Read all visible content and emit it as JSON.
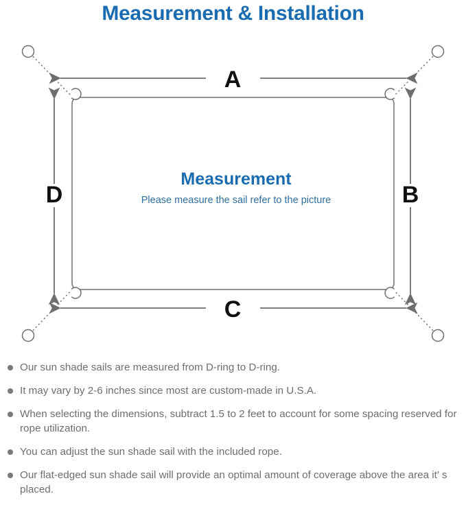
{
  "page": {
    "title": "Measurement & Installation",
    "title_color": "#1a6cb0"
  },
  "diagram": {
    "center_title": "Measurement",
    "center_subtitle": "Please measure the sail refer to the picture",
    "dimension_labels": {
      "top": "A",
      "right": "B",
      "bottom": "C",
      "left": "D"
    },
    "anchor_points": [
      {
        "name": "anchor-top-left"
      },
      {
        "name": "anchor-top-right"
      },
      {
        "name": "anchor-bottom-left"
      },
      {
        "name": "anchor-bottom-right"
      }
    ],
    "d_rings": [
      {
        "name": "d-ring-top-left"
      },
      {
        "name": "d-ring-top-right"
      },
      {
        "name": "d-ring-bottom-left"
      },
      {
        "name": "d-ring-bottom-right"
      }
    ],
    "line_color": "#6e6e6e",
    "sail_border_color": "#6e6e6e"
  },
  "notes": [
    "Our sun shade sails are measured from D-ring to D-ring.",
    "It may vary by 2-6 inches since most are custom-made in U.S.A.",
    "When selecting the dimensions, subtract 1.5 to 2 feet to account for some spacing reserved for rope utilization.",
    "You can adjust the sun shade sail with the included rope.",
    "Our flat-edged sun shade sail will provide an optimal amount of coverage above the area it′ s placed."
  ]
}
